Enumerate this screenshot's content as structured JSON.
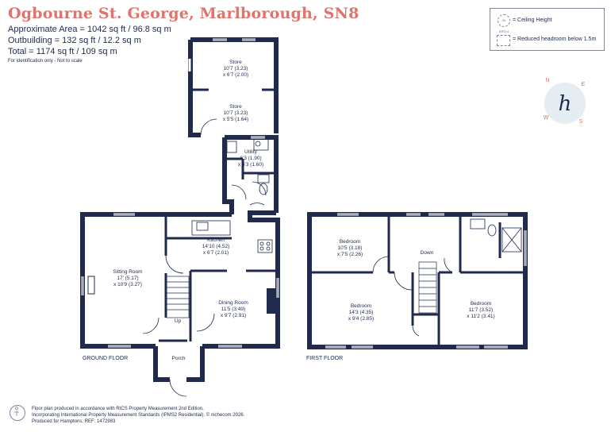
{
  "header": {
    "title": "Ogbourne St. George, Marlborough, SN8",
    "approx_area": "Approximate Area = 1042 sq ft / 96.8 sq m",
    "outbuilding": "Outbuilding = 132 sq ft / 12.2 sq m",
    "total": "Total = 1174 sq ft / 109 sq m",
    "disclaimer": "For identification only - Not to scale"
  },
  "legend": {
    "ceiling_symbol": "Ceiling Height",
    "ceiling_sample": "Ch 8'5\"/2.4",
    "reduced_headroom": "Reduced headroom below 1.5m"
  },
  "compass": {
    "n": "N",
    "e": "E",
    "s": "S",
    "w": "W",
    "logo_letter": "h"
  },
  "ground_floor": {
    "label": "GROUND FLOOR",
    "rooms": {
      "store1": {
        "name": "Store",
        "dim1": "10'7 (3.23)",
        "dim2": "x 6'7 (2.00)"
      },
      "store2": {
        "name": "Store",
        "dim1": "10'7 (3.23)",
        "dim2": "x 5'5 (1.64)"
      },
      "utility": {
        "name": "Utility",
        "dim1": "6'3 (1.90)",
        "dim2": "x 5'3 (1.60)"
      },
      "kitchen": {
        "name": "Kitchen",
        "dim1": "14'10 (4.52)",
        "dim2": "x 6'7 (2.01)"
      },
      "sitting": {
        "name": "Sitting Room",
        "dim1": "17' (5.17)",
        "dim2": "x 10'9 (3.27)"
      },
      "dining": {
        "name": "Dining Room",
        "dim1": "11'5 (3.49)",
        "dim2": "x 9'7 (2.91)"
      },
      "porch": {
        "name": "Porch"
      }
    },
    "stairs_label": "Up"
  },
  "first_floor": {
    "label": "FIRST FLOOR",
    "rooms": {
      "bed1": {
        "name": "Bedroom",
        "dim1": "10'5 (3.18)",
        "dim2": "x 7'5 (2.26)"
      },
      "bed2": {
        "name": "Bedroom",
        "dim1": "14'3 (4.35)",
        "dim2": "x 9'4 (2.85)"
      },
      "bed3": {
        "name": "Bedroom",
        "dim1": "11'7 (3.52)",
        "dim2": "x 11'2 (3.41)"
      }
    },
    "stairs_label": "Down"
  },
  "footer": {
    "line1": "Floor plan produced in accordance with RICS Property Measurement 2nd Edition,",
    "line2": "Incorporating International Property Measurement Standards (IPMS2 Residential).  © nichecom 2026.",
    "line3": "Produced for Hamptons.   REF: 1472983"
  },
  "colors": {
    "wall": "#1f2a4d",
    "title": "#e0736b",
    "compass": "#e0736b"
  }
}
